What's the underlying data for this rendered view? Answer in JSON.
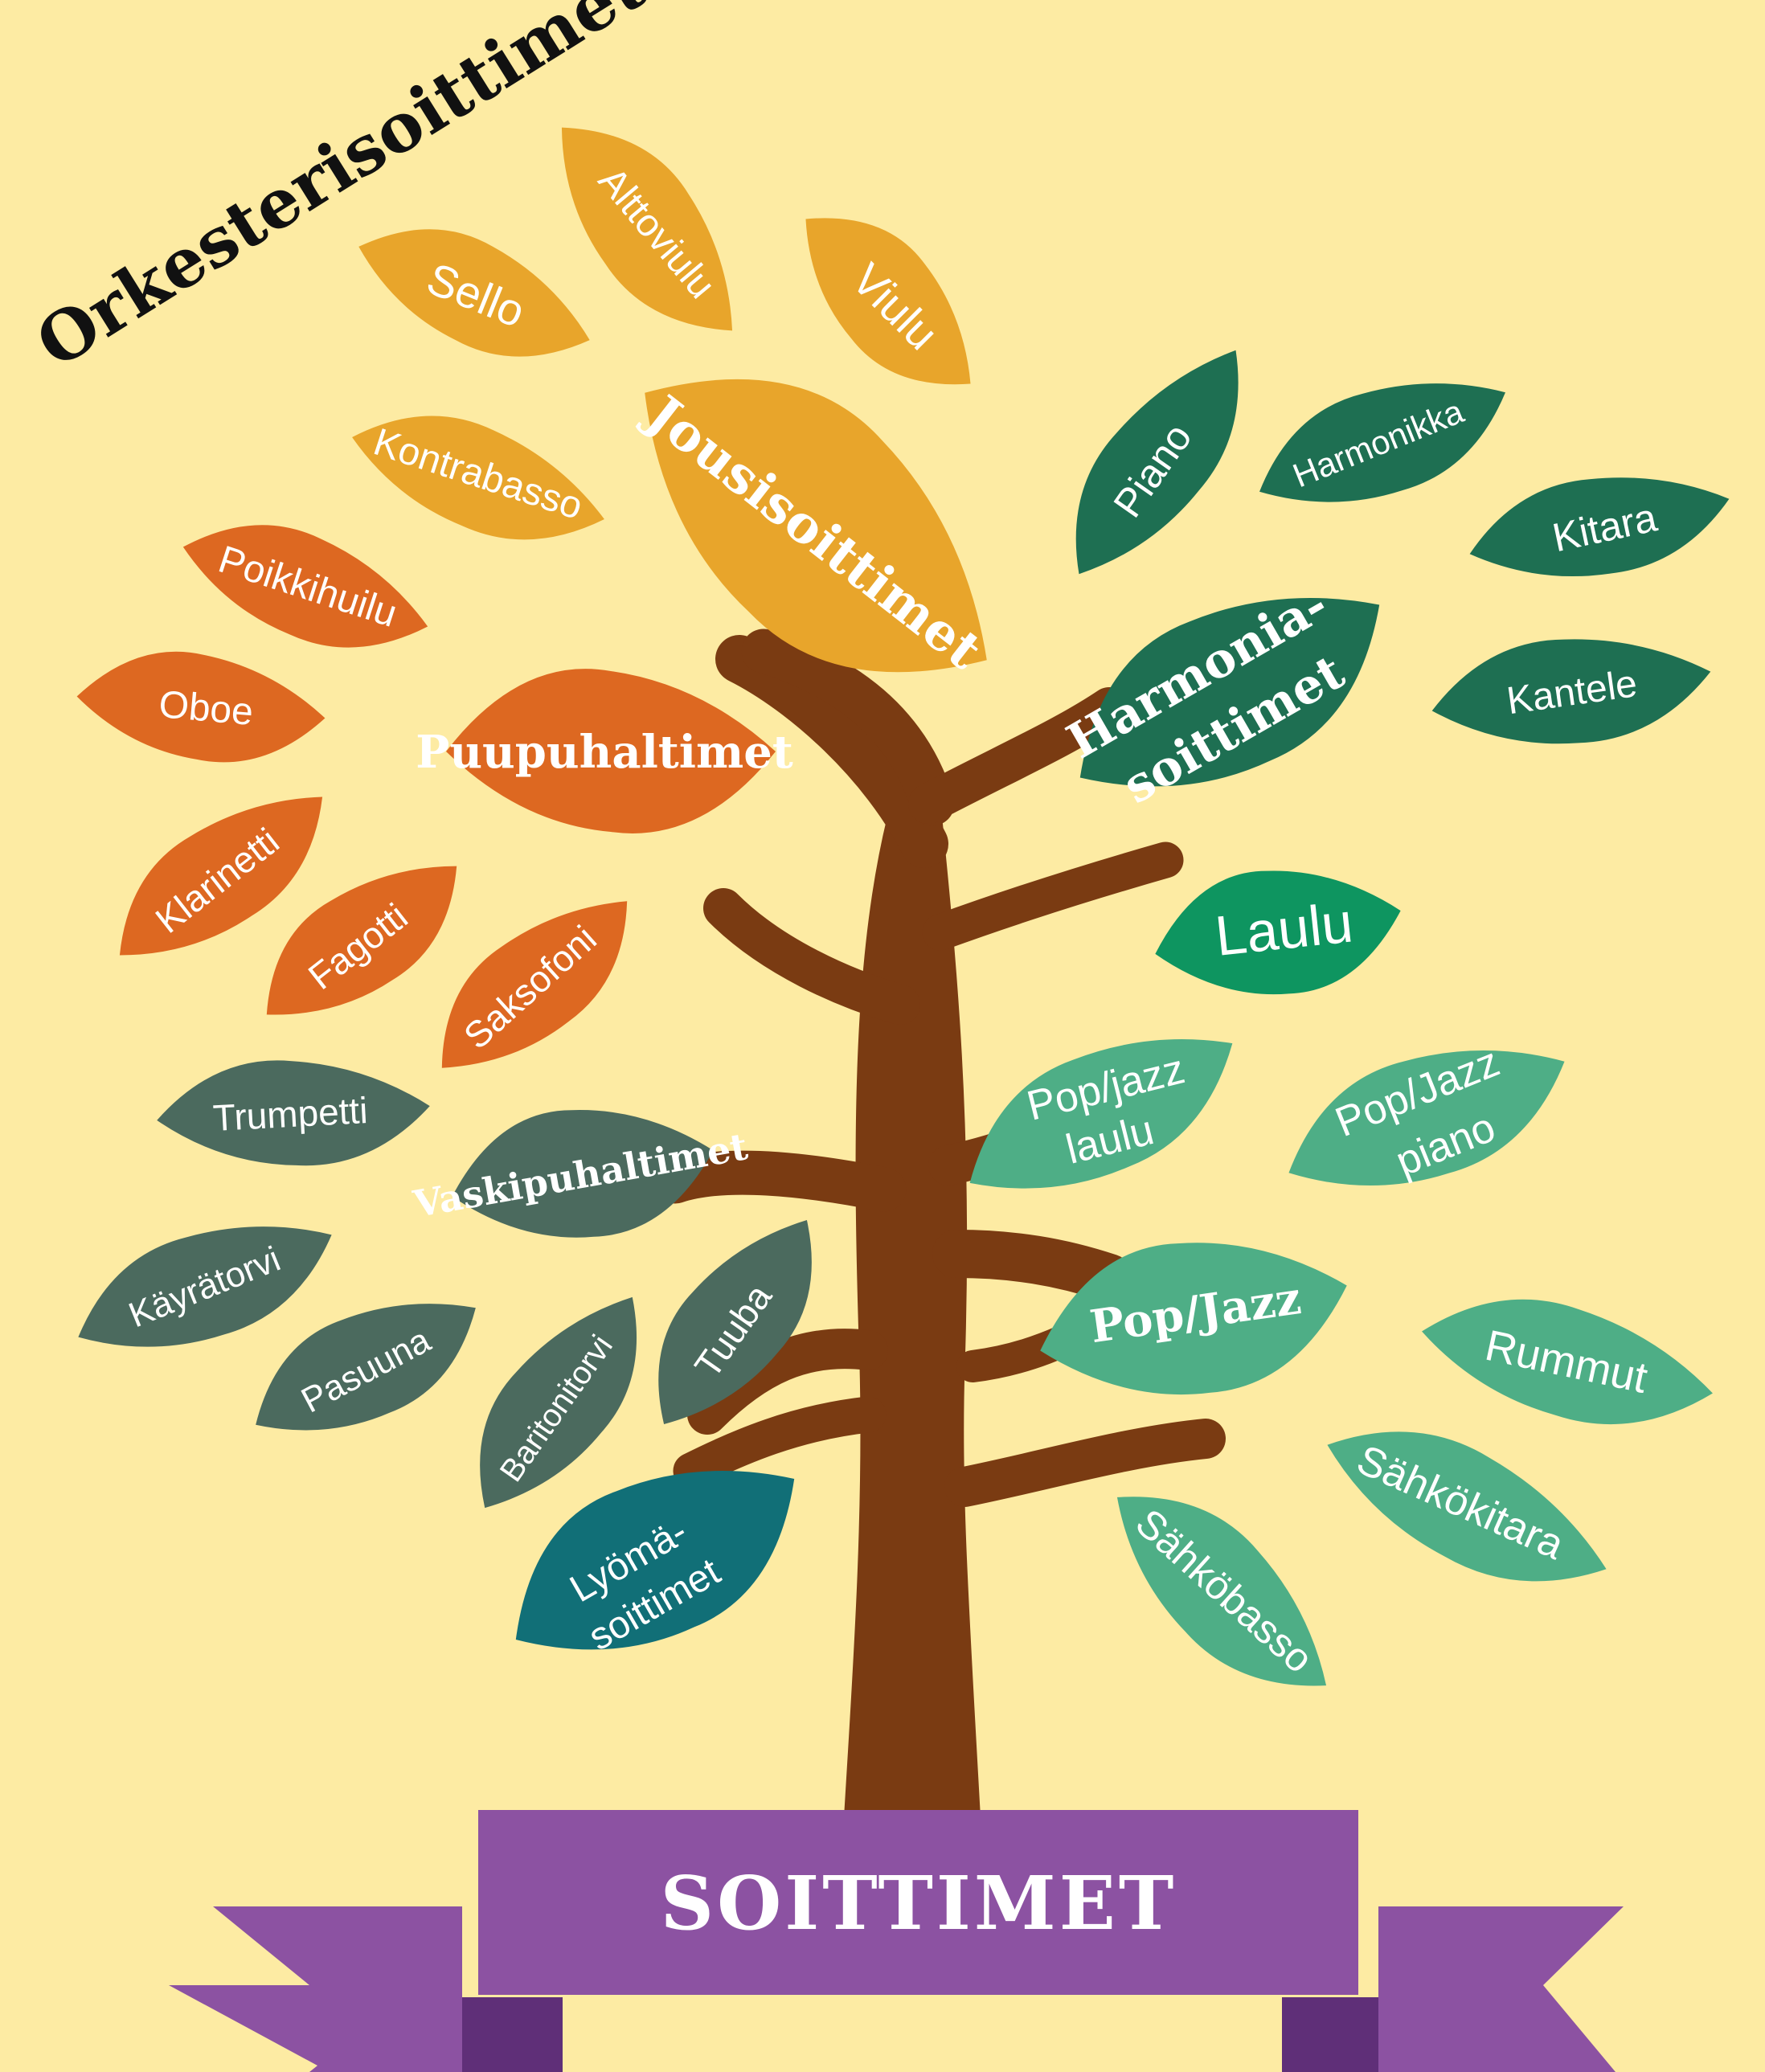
{
  "title": "Orkesterisoittimet",
  "banner": "SOITTIMET",
  "colors": {
    "background": "#fdeba3",
    "trunk": "#7a3b12",
    "strings": "#e8a52b",
    "woodwinds": "#dd6821",
    "brass": "#4b6a5e",
    "percussion": "#116f77",
    "harmony": "#1e6f52",
    "voice": "#0e9560",
    "popjazz": "#4eae86",
    "banner": "#8c52a2",
    "banner_fold": "#5f2f78"
  },
  "categories": {
    "jousisoittimet": {
      "label": "Jousisoittimet",
      "instruments": {
        "sello": "Sello",
        "alttoviulu": "Alttoviulu",
        "viulu": "Viulu",
        "kontrabasso": "Kontrabasso"
      }
    },
    "puupuhaltimet": {
      "label": "Puupuhaltimet",
      "instruments": {
        "poikkihuilu": "Poikkihuilu",
        "oboe": "Oboe",
        "klarinetti": "Klarinetti",
        "fagotti": "Fagotti",
        "saksofoni": "Saksofoni"
      }
    },
    "vaskipuhaltimet": {
      "label": "Vaskipuhaltimet",
      "instruments": {
        "trumpetti": "Trumpetti",
        "kayratorvi": "Käyrätorvi",
        "pasuuna": "Pasuuna",
        "baritonitorvi": "Baritonitorvi",
        "tuuba": "Tuuba"
      }
    },
    "lyomasoittimet": {
      "label_line1": "Lyömä-",
      "label_line2": "soittimet"
    },
    "harmoniasoittimet": {
      "label_line1": "Harmonia-",
      "label_line2": "soittimet",
      "instruments": {
        "piano": "Piano",
        "harmonikka": "Harmonikka",
        "kitara": "Kitara",
        "kantele": "Kantele"
      }
    },
    "laulu": {
      "label": "Laulu"
    },
    "popjazz": {
      "label": "Pop/Jazz",
      "laulu_line1": "Pop/jazz",
      "laulu_line2": "laulu",
      "piano_line1": "Pop/Jazz",
      "piano_line2": "piano",
      "instruments": {
        "rummut": "Rummut",
        "sahkokitara": "Sähkökitara",
        "sahkobasso": "Sähköbasso"
      }
    }
  }
}
